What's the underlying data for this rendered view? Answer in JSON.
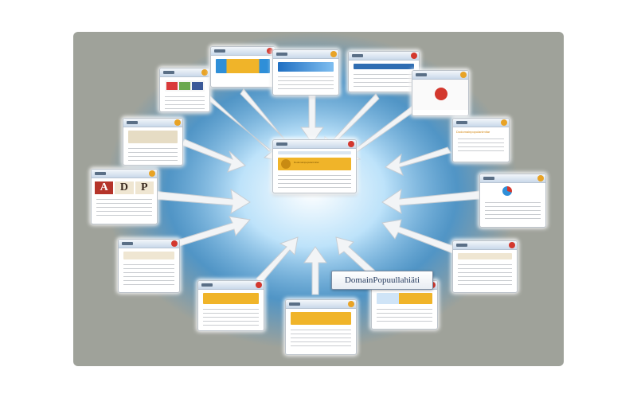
{
  "diagram": {
    "title": "DomainPopuullahiäti",
    "center_banner_text": "Dodomainpopulanimitar",
    "right_banner_text": "Dodomainpopulanimitar",
    "ad_letters": [
      "A",
      "D",
      "P"
    ],
    "colors": {
      "background": "#ffffff",
      "panel": "#9fa29a",
      "ray_blue": "#2f8fd8",
      "arrow": "#f2f4f6",
      "banner_gold": "#f0b429",
      "close_red": "#d3382e"
    },
    "nodes": [
      {
        "id": "center",
        "kind": "hub"
      },
      {
        "id": "top-left-1"
      },
      {
        "id": "top-2"
      },
      {
        "id": "top-3"
      },
      {
        "id": "top-4"
      },
      {
        "id": "top-right-5"
      },
      {
        "id": "left-6"
      },
      {
        "id": "right-7"
      },
      {
        "id": "left-8"
      },
      {
        "id": "right-9"
      },
      {
        "id": "left-10"
      },
      {
        "id": "right-11"
      },
      {
        "id": "bottom-12"
      },
      {
        "id": "bottom-13"
      },
      {
        "id": "bottom-14"
      }
    ]
  }
}
